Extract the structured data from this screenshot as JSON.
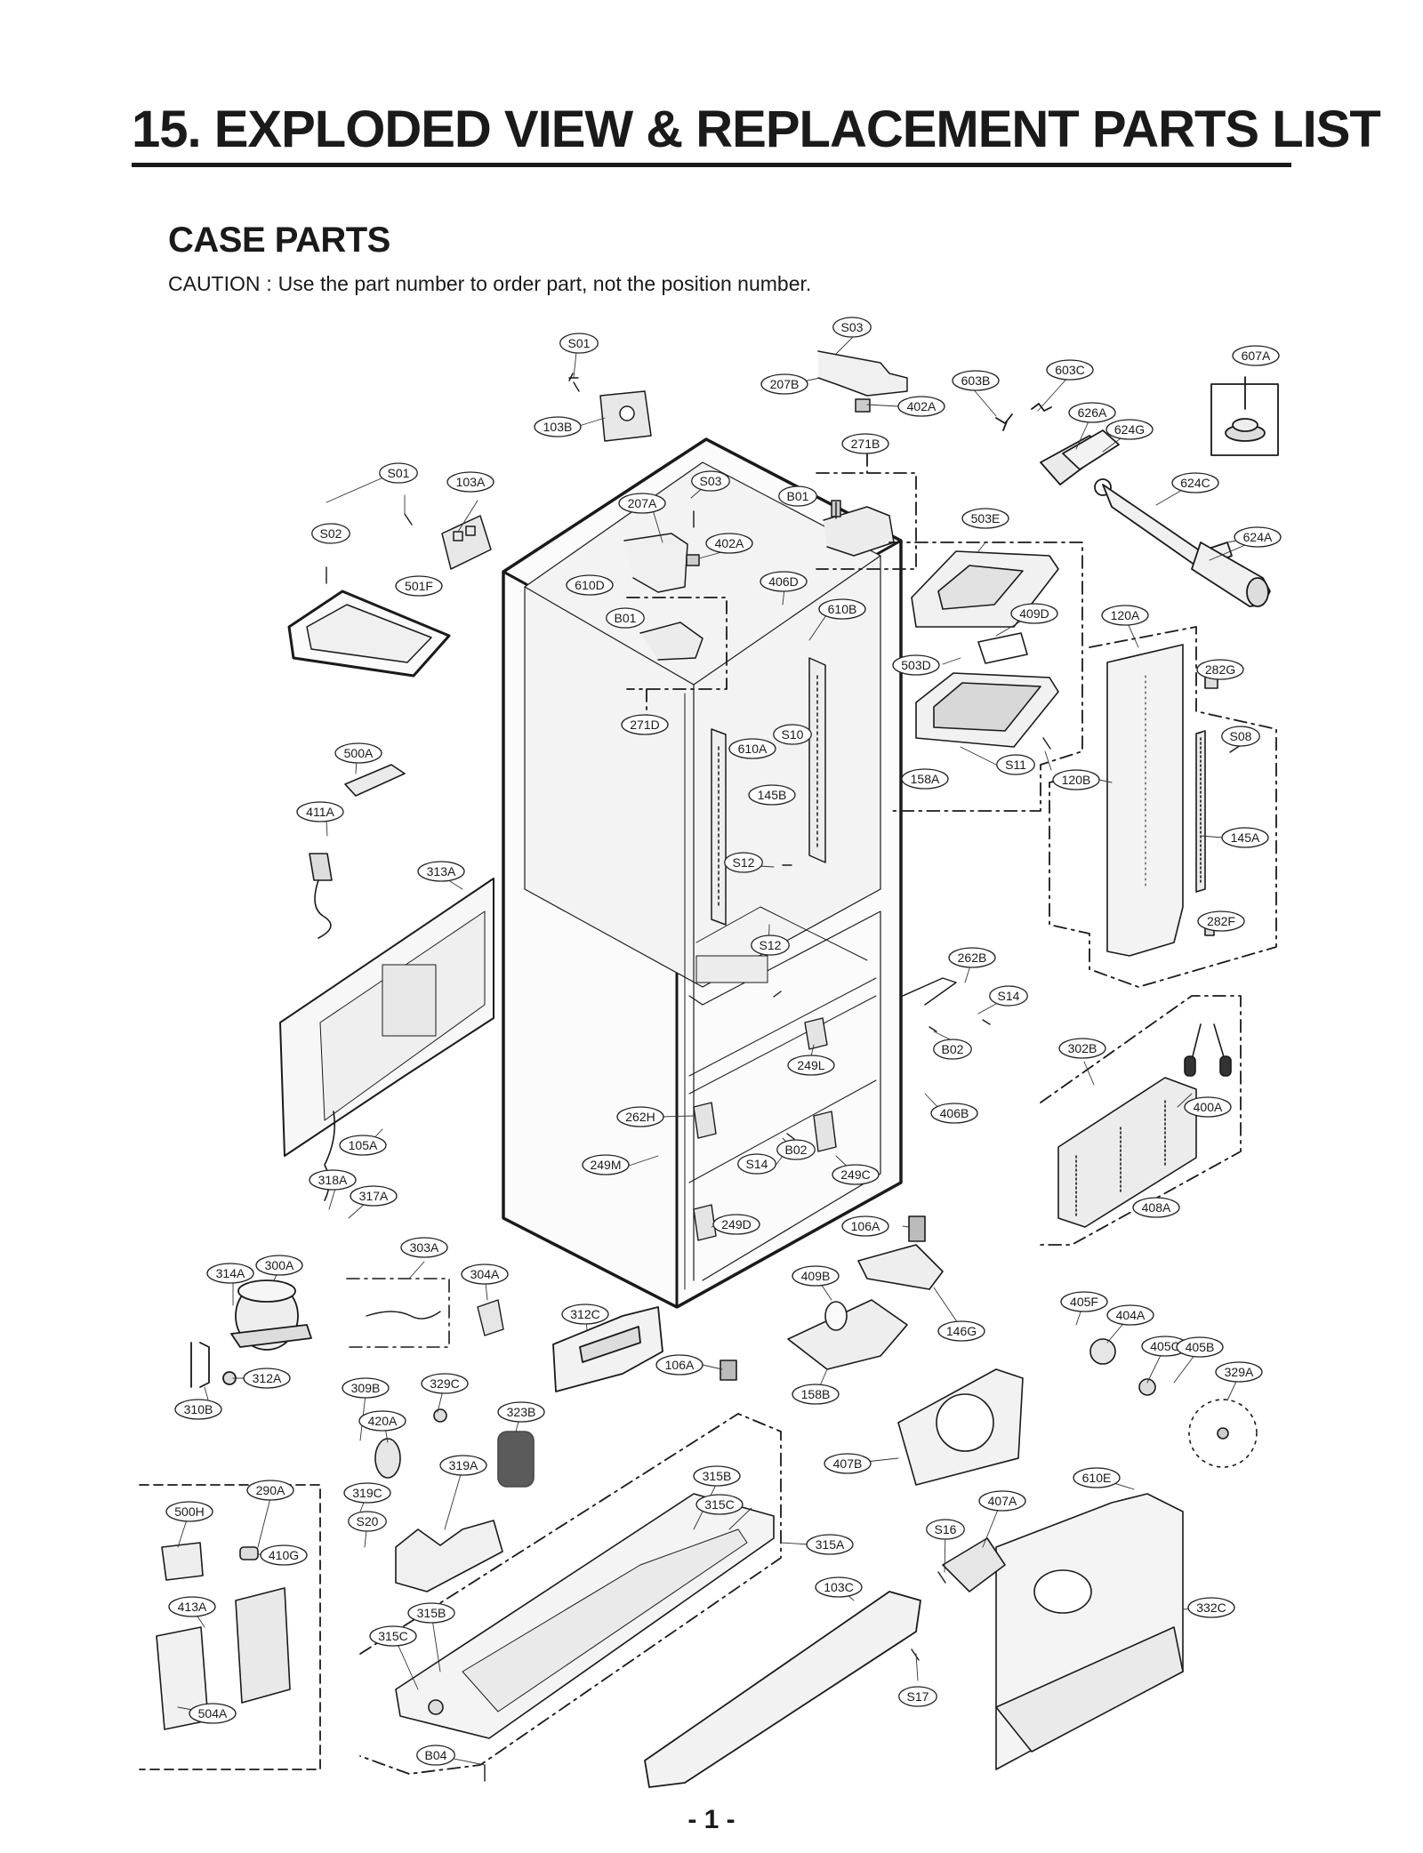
{
  "header": {
    "title": "15. EXPLODED VIEW & REPLACEMENT PARTS LIST"
  },
  "section": {
    "heading": "CASE PARTS",
    "caution_label": "CAUTION",
    "caution_separator": ":",
    "caution_text": "Use the part number to order part, not the position number."
  },
  "diagram": {
    "callouts": [
      "S01",
      "S03",
      "607A",
      "207B",
      "603B",
      "603C",
      "402A",
      "626A",
      "103B",
      "624G",
      "271B",
      "S01",
      "103A",
      "S03",
      "624C",
      "207A",
      "B01",
      "503E",
      "S02",
      "402A",
      "624A",
      "610D",
      "406D",
      "501F",
      "610B",
      "B01",
      "409D",
      "120A",
      "503D",
      "282G",
      "271D",
      "S10",
      "S08",
      "610A",
      "500A",
      "S11",
      "158A",
      "120B",
      "145B",
      "411A",
      "145A",
      "S12",
      "313A",
      "S12",
      "282F",
      "262B",
      "S14",
      "B02",
      "302B",
      "249L",
      "400A",
      "262H",
      "406B",
      "B02",
      "105A",
      "249M",
      "S14",
      "249C",
      "318A",
      "317A",
      "408A",
      "249D",
      "106A",
      "303A",
      "314A",
      "300A",
      "304A",
      "409B",
      "405F",
      "312C",
      "404A",
      "146G",
      "405C",
      "405B",
      "106A",
      "329A",
      "312A",
      "309B",
      "329C",
      "158B",
      "310B",
      "420A",
      "323B",
      "407B",
      "319A",
      "290A",
      "315B",
      "610E",
      "319C",
      "407A",
      "315C",
      "500H",
      "S20",
      "S16",
      "315A",
      "410G",
      "103C",
      "413A",
      "332C",
      "315B",
      "315C",
      "S17",
      "504A",
      "B04"
    ]
  },
  "footer": {
    "page_number": "- 1 -"
  }
}
